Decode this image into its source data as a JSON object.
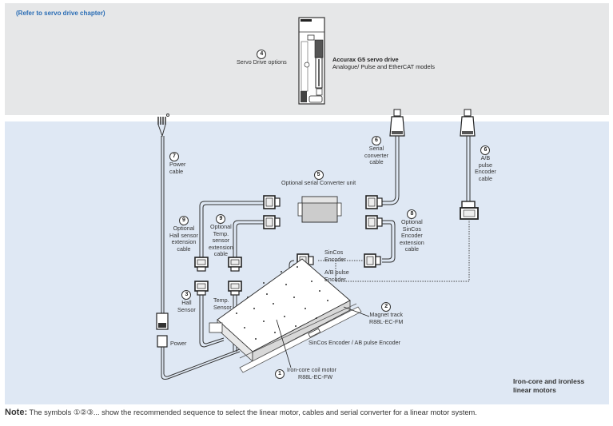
{
  "top_panel": {
    "reference_link": "(Refer to servo drive chapter)",
    "servo_drive_options": {
      "number": "4",
      "label": "Servo Drive options"
    },
    "servo_drive": {
      "title": "Accurax G5 servo drive",
      "subtitle": "Analogue/ Pulse and EtherCAT models"
    }
  },
  "components": {
    "power_cable": {
      "number": "7",
      "lines": [
        "Power",
        "cable"
      ]
    },
    "serial_converter_cable": {
      "number": "6",
      "lines": [
        "Serial",
        "converter",
        "cable"
      ]
    },
    "ab_pulse_encoder_cable": {
      "number": "6",
      "lines": [
        "A/B",
        "pulse",
        "Encoder",
        "cable"
      ]
    },
    "serial_converter_unit": {
      "number": "5",
      "label": "Optional serial Converter unit"
    },
    "hall_sensor_ext_cable": {
      "number": "9",
      "lines": [
        "Optional",
        "Hall sensor",
        "extension",
        "cable"
      ]
    },
    "temp_sensor_ext_cable": {
      "number": "9",
      "lines": [
        "Optional",
        "Temp.",
        "sensor",
        "extension",
        "cable"
      ]
    },
    "sincos_encoder_ext_cable": {
      "number": "8",
      "lines": [
        "Optional",
        "SinCos",
        "Encoder",
        "extension",
        "cable"
      ]
    },
    "sincos_encoder": {
      "lines": [
        "SinCos",
        "Encoder"
      ]
    },
    "ab_pulse_encoder": {
      "lines": [
        "A/B pulse",
        "Encoder"
      ]
    },
    "hall_sensor": {
      "number": "3",
      "lines": [
        "Hall",
        "Sensor"
      ]
    },
    "temp_sensor": {
      "lines": [
        "Temp.",
        "Sensor"
      ]
    },
    "power_connector": {
      "label": "Power"
    },
    "magnet_track": {
      "number": "2",
      "lines": [
        "Magnet track",
        "R88L-EC-FM"
      ]
    },
    "encoder_strip": {
      "label": "SinCos Encoder / AB pulse Encoder"
    },
    "coil_motor": {
      "number": "1",
      "lines": [
        "Iron-core coil motor",
        "R88L-EC-FW"
      ]
    }
  },
  "family_label": [
    "Iron-core and  ironless",
    "linear motors"
  ],
  "note": {
    "prefix": "Note:",
    "text": "The symbols ①②③... show the recommended sequence to select the linear motor, cables and serial converter for a linear motor system."
  },
  "colors": {
    "link": "#2a6db5",
    "top_panel": "#e6e7e8",
    "main_panel": "#dfe8f4"
  }
}
